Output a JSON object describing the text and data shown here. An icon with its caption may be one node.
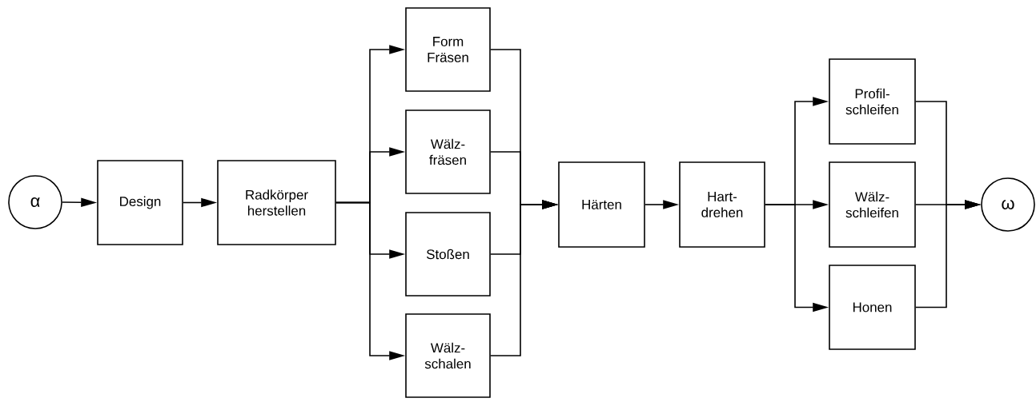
{
  "diagram": {
    "nodes": [
      {
        "text": [
          "α"
        ]
      },
      {
        "text": [
          "Design"
        ]
      },
      {
        "text": [
          "Radkörper herstellen"
        ]
      },
      {
        "text": [
          "Form Fräsen"
        ]
      },
      {
        "text": [
          "Wälz- fräsen"
        ]
      },
      {
        "text": [
          "Stoßen"
        ]
      },
      {
        "text": [
          "Wälz- schalen"
        ]
      },
      {
        "text": [
          "Härten"
        ]
      },
      {
        "text": [
          "Hart- drehen"
        ]
      },
      {
        "text": [
          "Profil- schleifen"
        ]
      },
      {
        "text": [
          "Wälz- schleifen"
        ]
      },
      {
        "text": [
          "Honen"
        ]
      },
      {
        "text": [
          "ω"
        ]
      }
    ],
    "edges": [
      {
        "from": 0,
        "to": 1,
        "arrow": "to"
      },
      {
        "from": 1,
        "to": 2,
        "arrow": "to"
      },
      {
        "from": 2,
        "to": 3,
        "arrow": "to"
      },
      {
        "from": 2,
        "to": 4,
        "arrow": "to"
      },
      {
        "from": 2,
        "to": 5,
        "arrow": "to"
      },
      {
        "from": 2,
        "to": 6,
        "arrow": "to"
      },
      {
        "from": 3,
        "to": 7,
        "arrow": "to"
      },
      {
        "from": 4,
        "to": 7,
        "arrow": "to"
      },
      {
        "from": 5,
        "to": 7,
        "arrow": "to"
      },
      {
        "from": 6,
        "to": 7,
        "arrow": "to"
      },
      {
        "from": 7,
        "to": 8,
        "arrow": "to"
      },
      {
        "from": 8,
        "to": 9,
        "arrow": "to"
      },
      {
        "from": 8,
        "to": 10,
        "arrow": "to"
      },
      {
        "from": 8,
        "to": 11,
        "arrow": "to"
      },
      {
        "from": 9,
        "to": 12,
        "arrow": "to"
      },
      {
        "from": 10,
        "to": 12,
        "arrow": "to"
      },
      {
        "from": 11,
        "to": 12,
        "arrow": "to"
      }
    ]
  }
}
